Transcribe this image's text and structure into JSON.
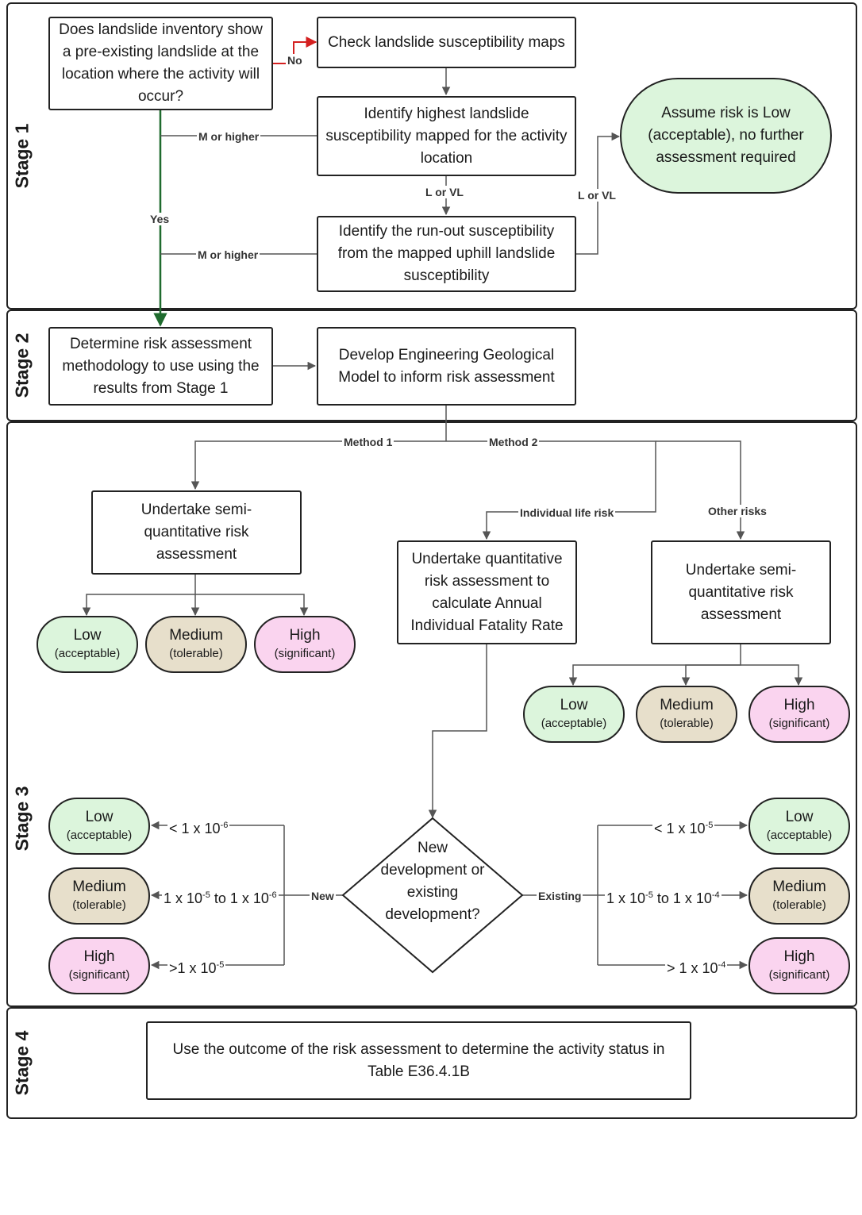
{
  "stages": [
    "Stage 1",
    "Stage 2",
    "Stage 3",
    "Stage 4"
  ],
  "stage1": {
    "q_inventory": "Does landslide inventory show a pre-existing landslide at the location where the activity will occur?",
    "check_maps": "Check landslide susceptibility maps",
    "identify_highest": "Identify highest landslide susceptibility mapped for the activity location",
    "identify_runout": "Identify the run-out susceptibility from the mapped uphill landslide susceptibility",
    "assume_low": "Assume risk is Low (acceptable), no further assessment required",
    "lbl_no": "No",
    "lbl_yes": "Yes",
    "lbl_m_higher_1": "M or higher",
    "lbl_m_higher_2": "M or higher",
    "lbl_l_vl_1": "L or VL",
    "lbl_l_vl_2": "L or VL"
  },
  "stage2": {
    "determine": "Determine risk assessment methodology to use using the results from Stage 1",
    "develop": "Develop Engineering Geological Model to inform risk assessment"
  },
  "stage3": {
    "lbl_method1": "Method 1",
    "lbl_method2": "Method 2",
    "lbl_individual": "Individual life risk",
    "lbl_other": "Other risks",
    "semi_quant_1": "Undertake semi-quantitative risk assessment",
    "quant": "Undertake quantitative risk assessment to calculate Annual Individual Fatality Rate",
    "semi_quant_2": "Undertake semi-quantitative risk assessment",
    "decision": "New development or existing development?",
    "lbl_new": "New",
    "lbl_existing": "Existing",
    "outcomes": {
      "low": "Low",
      "low_sub": "(acceptable)",
      "medium": "Medium",
      "medium_sub": "(tolerable)",
      "high": "High",
      "high_sub": "(significant)"
    },
    "new_thresholds": {
      "low_pre": "< 1 x 10",
      "low_exp": "-6",
      "med_pre_a": "1 x 10",
      "med_exp_a": "-5",
      "med_mid": " to 1 x 10",
      "med_exp_b": "-6",
      "high_pre": ">1 x 10",
      "high_exp": "-5"
    },
    "existing_thresholds": {
      "low_pre": "< 1 x 10",
      "low_exp": "-5",
      "med_pre_a": "1 x 10",
      "med_exp_a": "-5",
      "med_mid": " to 1 x 10",
      "med_exp_b": "-4",
      "high_pre": "> 1 x 10",
      "high_exp": "-4"
    }
  },
  "stage4": {
    "use_outcome": "Use the outcome of the risk assessment to determine the activity status in Table E36.4.1B"
  },
  "colors": {
    "low": "#dcf5dc",
    "medium": "#e7dfcb",
    "high": "#fad4ef",
    "yes_line": "#1f6b2e",
    "no_line": "#d42020",
    "line": "#555555"
  }
}
